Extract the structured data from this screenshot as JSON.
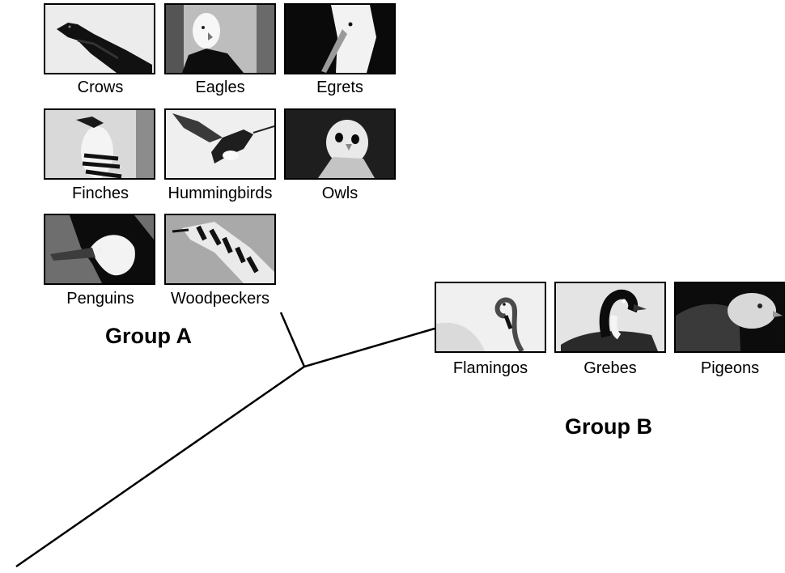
{
  "groups": [
    {
      "label": "Group A",
      "birds": [
        "Crows",
        "Eagles",
        "Egrets",
        "Finches",
        "Hummingbirds",
        "Owls",
        "Penguins",
        "Woodpeckers"
      ]
    },
    {
      "label": "Group B",
      "birds": [
        "Flamingos",
        "Grebes",
        "Pigeons"
      ]
    }
  ],
  "photo_icons": [
    "crow-photo-icon",
    "eagle-photo-icon",
    "egret-photo-icon",
    "finch-photo-icon",
    "hummingbird-photo-icon",
    "owl-photo-icon",
    "penguin-photo-icon",
    "woodpecker-photo-icon",
    "flamingo-photo-icon",
    "grebe-photo-icon",
    "pigeon-photo-icon"
  ],
  "colors": {
    "line": "#000000",
    "background": "#ffffff"
  }
}
